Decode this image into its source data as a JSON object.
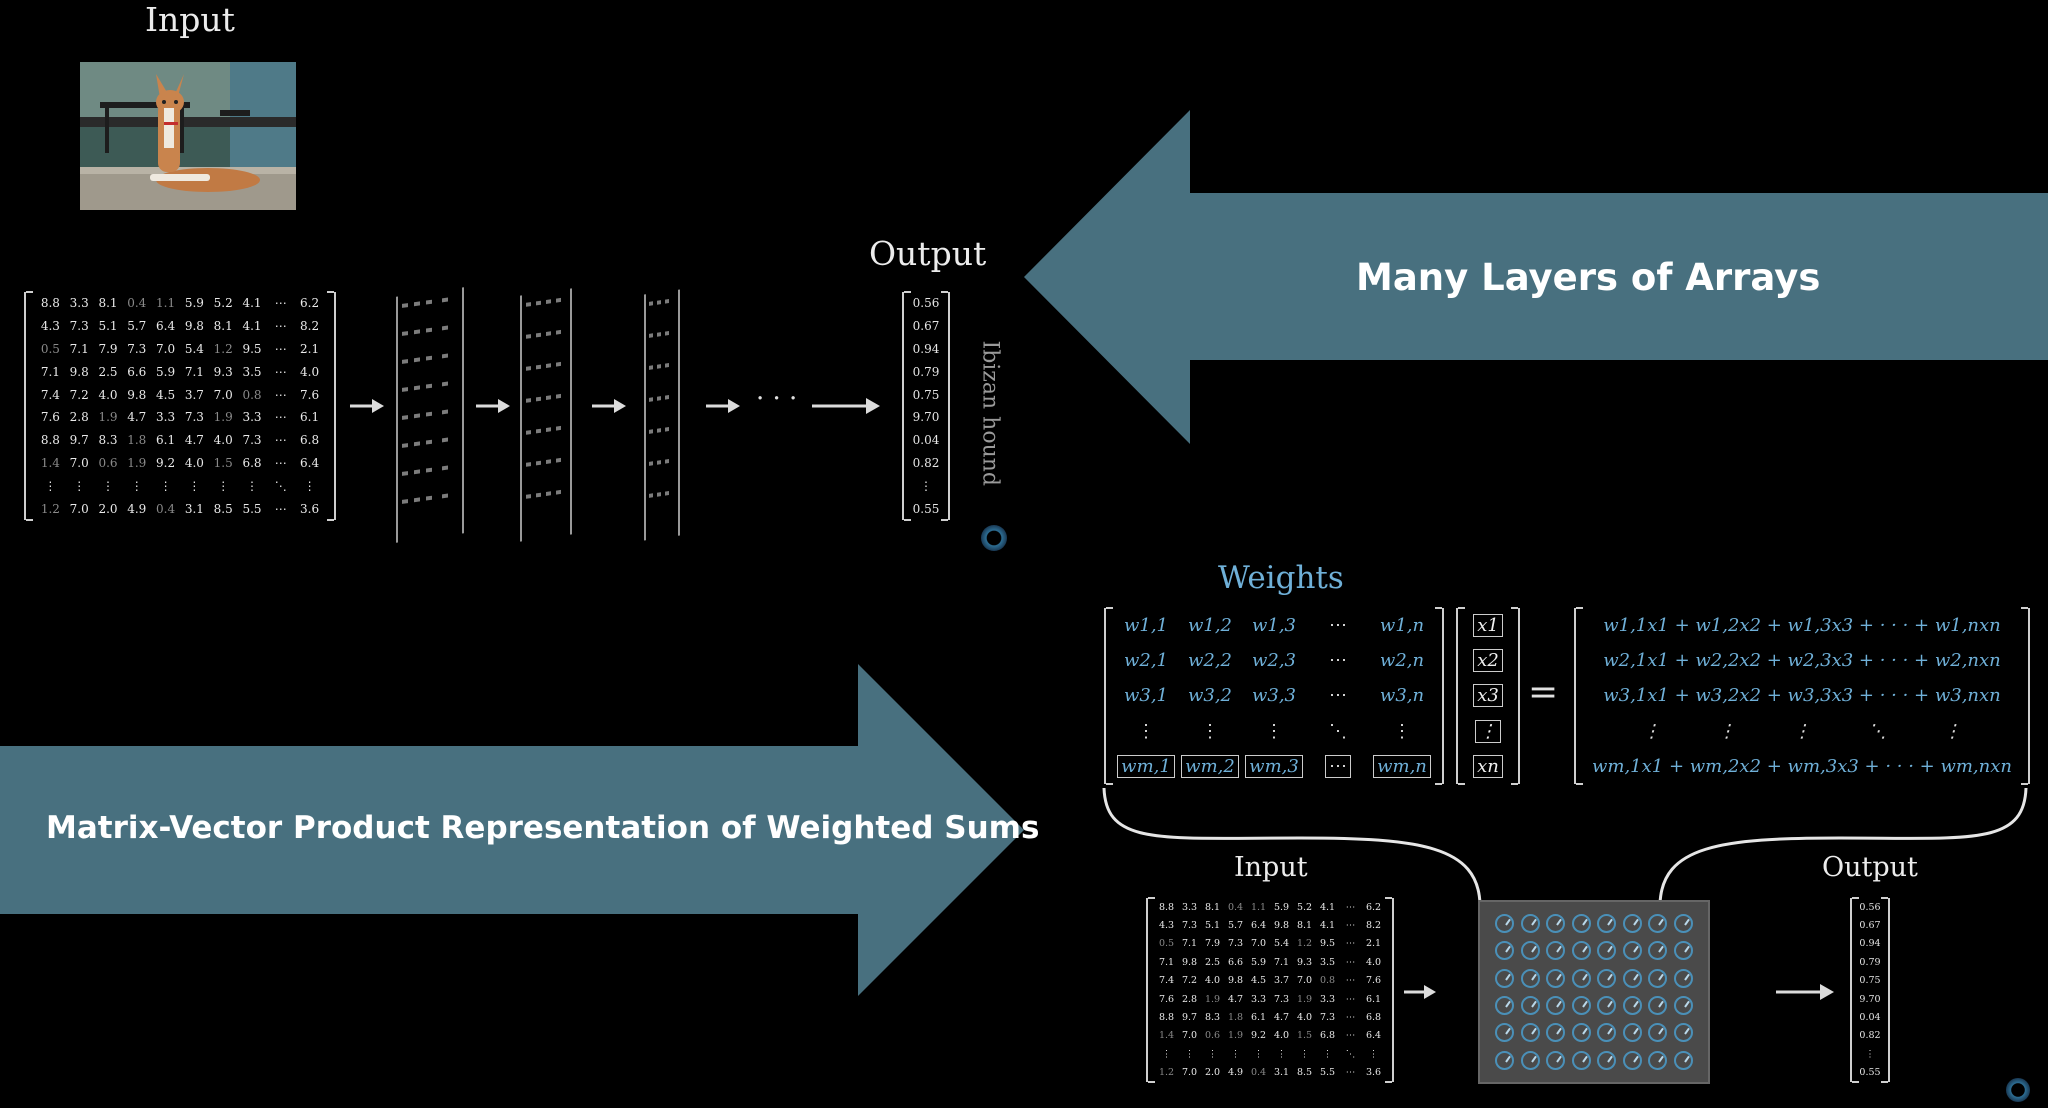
{
  "top": {
    "input_title": "Input",
    "output_title": "Output",
    "output_label": "Ibizan hound",
    "input_matrix": [
      [
        "8.8",
        "3.3",
        "8.1",
        "0.4",
        "1.1",
        "5.9",
        "5.2",
        "4.1",
        "⋯",
        "6.2"
      ],
      [
        "4.3",
        "7.3",
        "5.1",
        "5.7",
        "6.4",
        "9.8",
        "8.1",
        "4.1",
        "⋯",
        "8.2"
      ],
      [
        "0.5",
        "7.1",
        "7.9",
        "7.3",
        "7.0",
        "5.4",
        "1.2",
        "9.5",
        "⋯",
        "2.1"
      ],
      [
        "7.1",
        "9.8",
        "2.5",
        "6.6",
        "5.9",
        "7.1",
        "9.3",
        "3.5",
        "⋯",
        "4.0"
      ],
      [
        "7.4",
        "7.2",
        "4.0",
        "9.8",
        "4.5",
        "3.7",
        "7.0",
        "0.8",
        "⋯",
        "7.6"
      ],
      [
        "7.6",
        "2.8",
        "1.9",
        "4.7",
        "3.3",
        "7.3",
        "1.9",
        "3.3",
        "⋯",
        "6.1"
      ],
      [
        "8.8",
        "9.7",
        "8.3",
        "1.8",
        "6.1",
        "4.7",
        "4.0",
        "7.3",
        "⋯",
        "6.8"
      ],
      [
        "1.4",
        "7.0",
        "0.6",
        "1.9",
        "9.2",
        "4.0",
        "1.5",
        "6.8",
        "⋯",
        "6.4"
      ],
      [
        "⋮",
        "⋮",
        "⋮",
        "⋮",
        "⋮",
        "⋮",
        "⋮",
        "⋮",
        "⋱",
        "⋮"
      ],
      [
        "1.2",
        "7.0",
        "2.0",
        "4.9",
        "0.4",
        "3.1",
        "8.5",
        "5.5",
        "⋯",
        "3.6"
      ]
    ],
    "output_vector": [
      "0.56",
      "0.67",
      "0.94",
      "0.79",
      "0.75",
      "9.70",
      "0.04",
      "0.82",
      "⋮",
      "0.55"
    ],
    "ellipsis": "· · ·"
  },
  "arrows": {
    "left_arrow_text": "Many Layers of Arrays",
    "right_arrow_text": "Matrix-Vector Product Representation of Weighted Sums",
    "color": "#48707f"
  },
  "bottom": {
    "weights_title": "Weights",
    "input_title": "Input",
    "output_title": "Output",
    "equals": "=",
    "weights_matrix": [
      [
        "w1,1",
        "w1,2",
        "w1,3",
        "⋯",
        "w1,n"
      ],
      [
        "w2,1",
        "w2,2",
        "w2,3",
        "⋯",
        "w2,n"
      ],
      [
        "w3,1",
        "w3,2",
        "w3,3",
        "⋯",
        "w3,n"
      ],
      [
        "⋮",
        "⋮",
        "⋮",
        "⋱",
        "⋮"
      ],
      [
        "wm,1",
        "wm,2",
        "wm,3",
        "⋯",
        "wm,n"
      ]
    ],
    "x_vector": [
      "x1",
      "x2",
      "x3",
      "⋮",
      "xn"
    ],
    "result_rows": [
      "w1,1x1 + w1,2x2 + w1,3x3 + · · · + w1,nxn",
      "w2,1x1 + w2,2x2 + w2,3x3 + · · · + w2,nxn",
      "w3,1x1 + w3,2x2 + w3,3x3 + · · · + w3,nxn",
      "⋮          ⋮          ⋮          ⋱          ⋮",
      "wm,1x1 + wm,2x2 + wm,3x3 + · · · + wm,nxn"
    ],
    "accent": "#6fb0d8"
  }
}
